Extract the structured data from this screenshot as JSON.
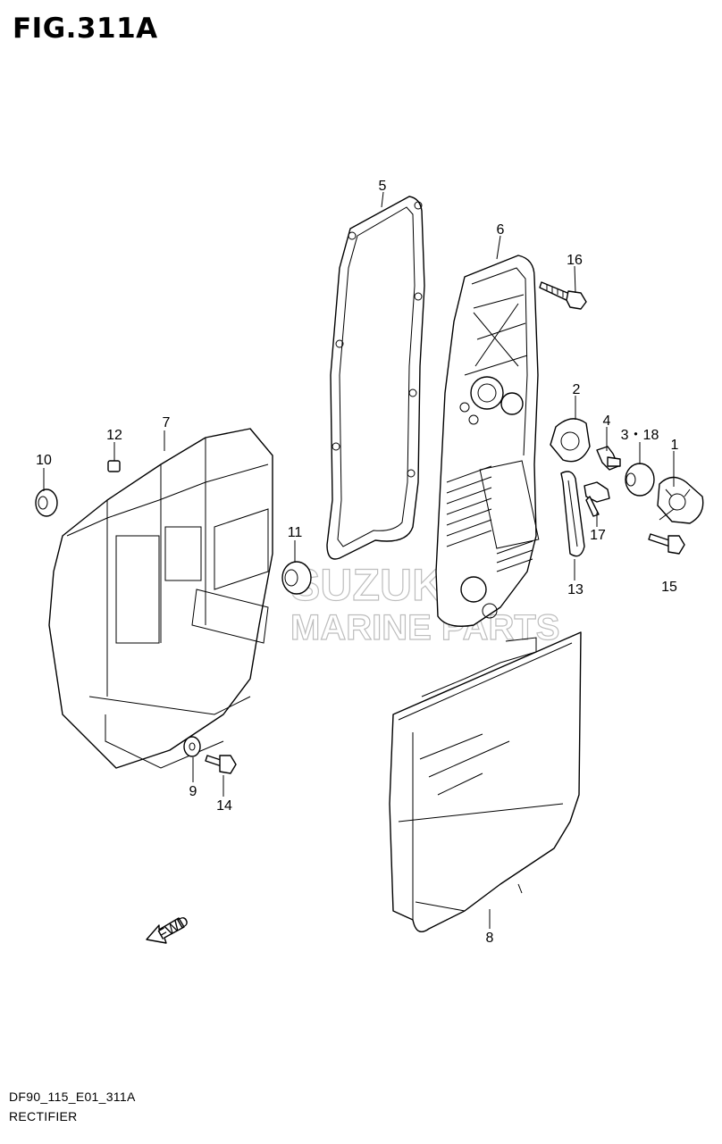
{
  "figure": {
    "title": "FIG.311A",
    "drawing_code": "DF90_115_E01_311A",
    "caption": "RECTIFIER"
  },
  "callouts": [
    {
      "id": "1",
      "label": "1"
    },
    {
      "id": "2",
      "label": "2"
    },
    {
      "id": "3-18",
      "label": "3・18"
    },
    {
      "id": "4",
      "label": "4"
    },
    {
      "id": "5",
      "label": "5"
    },
    {
      "id": "6",
      "label": "6"
    },
    {
      "id": "7",
      "label": "7"
    },
    {
      "id": "8",
      "label": "8"
    },
    {
      "id": "9",
      "label": "9"
    },
    {
      "id": "10",
      "label": "10"
    },
    {
      "id": "11",
      "label": "11"
    },
    {
      "id": "12",
      "label": "12"
    },
    {
      "id": "13",
      "label": "13"
    },
    {
      "id": "14",
      "label": "14"
    },
    {
      "id": "15",
      "label": "15"
    },
    {
      "id": "16",
      "label": "16"
    },
    {
      "id": "17",
      "label": "17"
    }
  ],
  "direction_arrow": {
    "label": "FWD"
  },
  "watermark": {
    "line1": "SUZUKI",
    "line2": "MARINE PARTS",
    "color": "#bdbdbd"
  }
}
